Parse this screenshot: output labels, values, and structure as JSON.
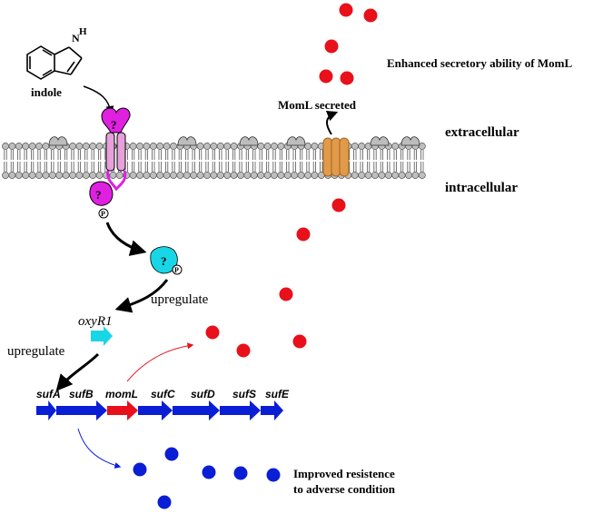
{
  "labels": {
    "indole": "indole",
    "nh": "N\nH",
    "extracellular": "extracellular",
    "intracellular": "intracellular",
    "momL_secreted": "MomL secreted",
    "enhanced": "Enhanced secretory ability of MomL",
    "upregulate_1": "upregulate",
    "upregulate_2": "upregulate",
    "oxyR1": "oxyR1",
    "improved_line1": "Improved resistence",
    "improved_line2": "to adverse condition",
    "question": "?",
    "phospho": "P"
  },
  "genes": [
    "sufA",
    "sufB",
    "momL",
    "sufC",
    "sufD",
    "sufS",
    "sufE"
  ],
  "colors": {
    "red_dot": "#e8101a",
    "blue_dot": "#0a1ed6",
    "gene_blue": "#0a1ed6",
    "gene_red": "#e8101a",
    "magenta": "#e020e0",
    "cyan": "#19d6e6",
    "orange_channel": "#e09a4a",
    "membrane_head": "#bfbfbf",
    "light_pink": "#e7a0dc"
  }
}
